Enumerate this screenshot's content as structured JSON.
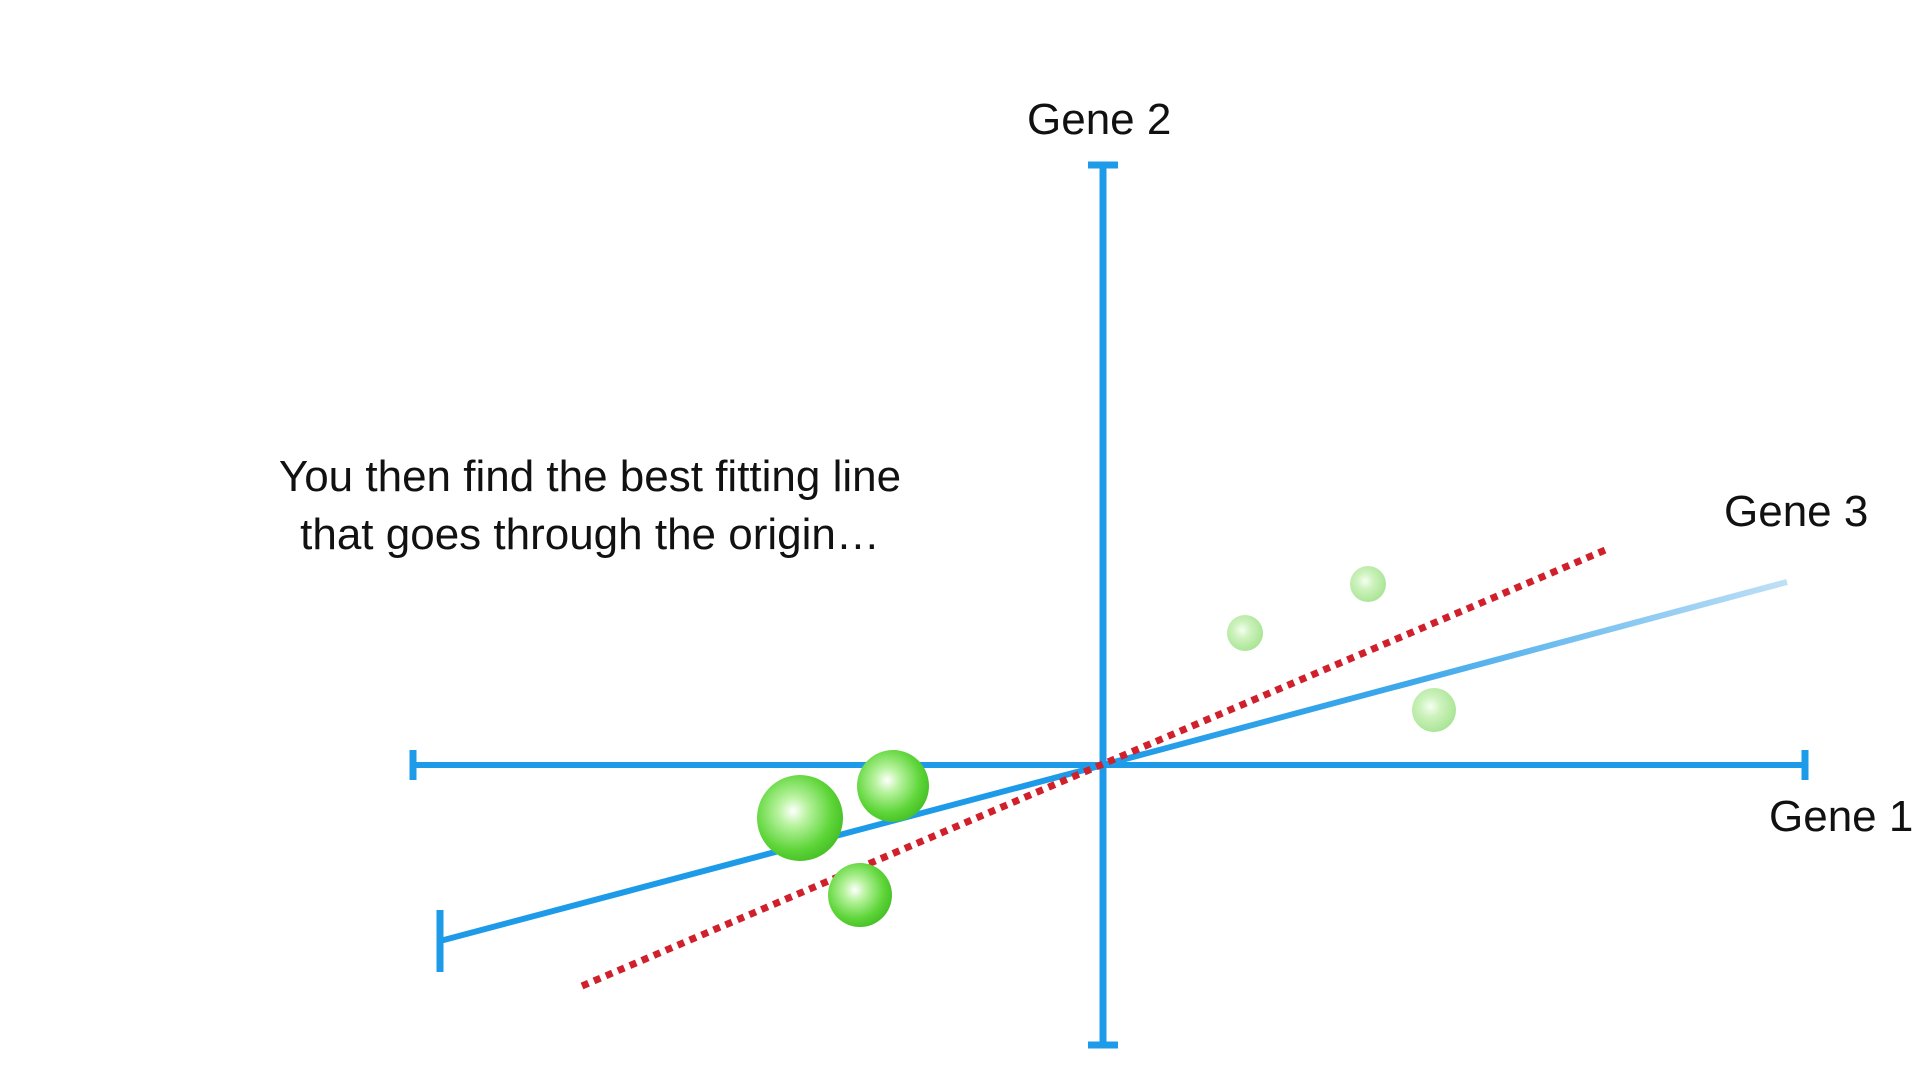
{
  "caption": "You then find the best fitting line that goes through the origin…",
  "axes": {
    "gene1": "Gene 1",
    "gene2": "Gene 2",
    "gene3": "Gene 3"
  },
  "colors": {
    "axis": "#1e9be8",
    "fit_line": "#d0202c",
    "point": "#6fdc4a",
    "background": "#ffffff",
    "text": "#111111"
  }
}
